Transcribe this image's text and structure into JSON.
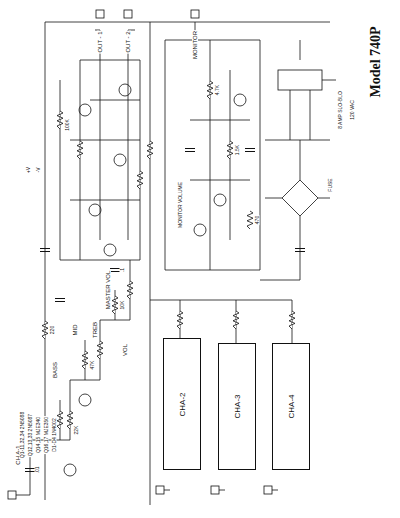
{
  "diagram": {
    "title": "Model 740P",
    "nodes": [
      {
        "text": [
          "CHA-2"
        ]
      },
      {
        "text": [
          "CHA-3"
        ]
      },
      {
        "text": [
          "CHA-4"
        ]
      }
    ],
    "labels": [
      "OUT - 1",
      "OUT - 2",
      "MONITOR",
      "MONITOR VOLUME",
      "MASTER VOL",
      "BASS",
      "TREB",
      "VOL",
      "MID",
      "CH A-1",
      "8 AMP SLO-BLO",
      "120 VAC",
      "FUSE",
      "+V",
      "-V",
      "22K",
      "47K",
      "10K",
      "100K",
      "4.7K",
      "1.5K",
      "470",
      "220",
      ".01",
      ".1",
      "Q1-11,32,34 2N5088",
      "Q12,13,33 2N5087",
      "Q14,15 MJE340",
      "Q16,17 MJE350",
      "D1-D4 1N4002"
    ]
  }
}
